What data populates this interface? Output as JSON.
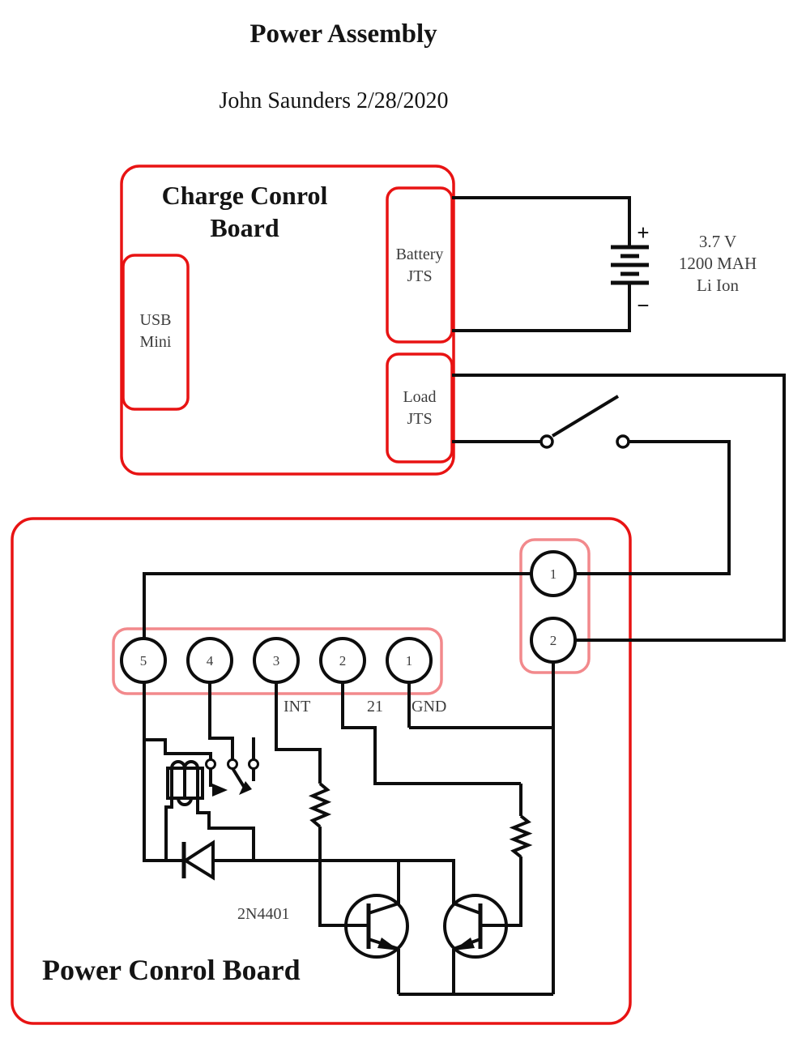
{
  "page": {
    "title": "Power Assembly",
    "subtitle": "John Saunders 2/28/2020"
  },
  "colors": {
    "board_red": "#e81313",
    "connector_pink": "#f2898c",
    "wire_black": "#0d0d0d",
    "label_gray": "#3d3d3d",
    "title_black": "#141414",
    "background": "#ffffff"
  },
  "charge_board": {
    "title_line1": "Charge Conrol",
    "title_line2": "Board",
    "usb_mini": {
      "line1": "USB",
      "line2": "Mini"
    },
    "battery_jts": {
      "line1": "Battery",
      "line2": "JTS"
    },
    "load_jts": {
      "line1": "Load",
      "line2": "JTS"
    }
  },
  "battery": {
    "plus_sign": "+",
    "minus_sign": "−",
    "spec_line1": "3.7 V",
    "spec_line2": "1200 MAH",
    "spec_line3": "Li Ion"
  },
  "power_board": {
    "title": "Power Conrol Board",
    "header_pins": [
      "5",
      "4",
      "3",
      "2",
      "1"
    ],
    "pin_label_int": "INT",
    "pin_label_2": "21",
    "pin_label_gnd": "GND",
    "connector_pins": [
      "1",
      "2"
    ],
    "transistor_label": "2N4401"
  }
}
